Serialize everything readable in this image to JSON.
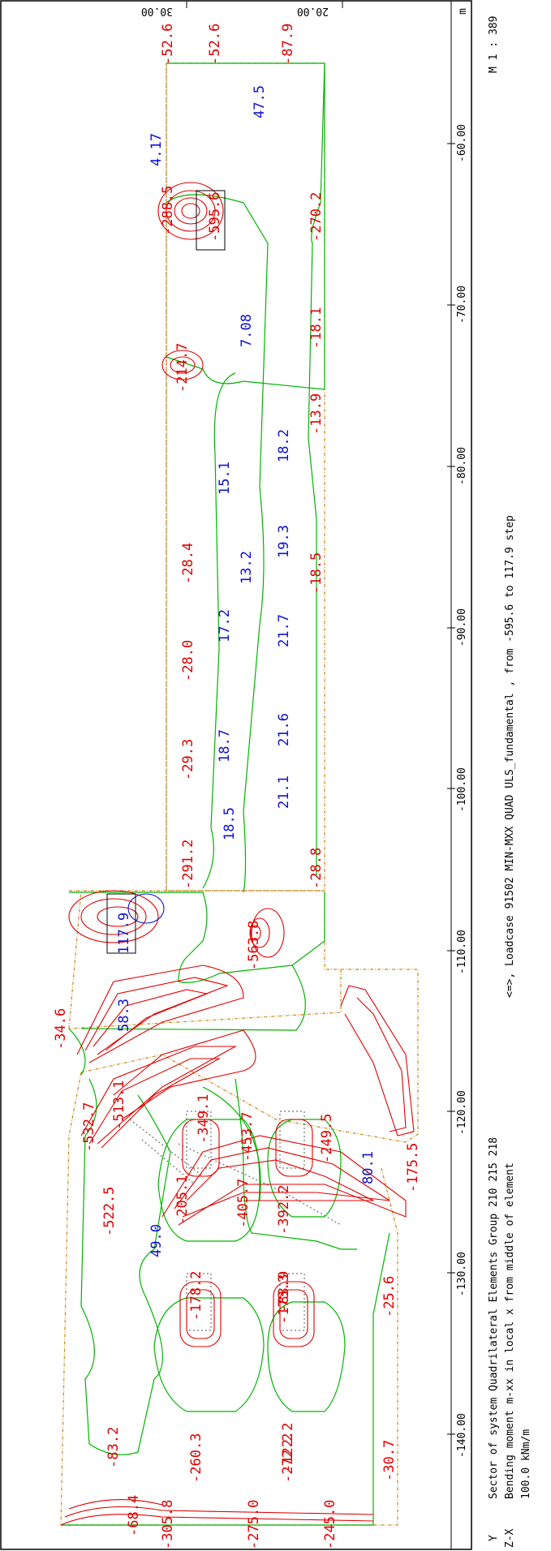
{
  "header": {
    "title_line1": "Sector of system Quadrilateral Elements Group 210 215 218",
    "title_line2": "Bending moment m-xx in local x from middle of element",
    "title_line3": "100.0 kNm/m",
    "loadcase_line": "<=>, Loadcase 91502  MIN-MXX QUAD ULS_fundamental   , from -595.6 to 117.9 step",
    "scale": "M 1 : 389",
    "axis_unit": "m",
    "axes_icon": {
      "y": "Y",
      "zx": "Z-X"
    }
  },
  "axes": {
    "x_ticks": [
      "-60.00",
      "-70.00",
      "-80.00",
      "-90.00",
      "-100.00",
      "-110.00",
      "-120.00",
      "-130.00",
      "-140.00"
    ],
    "y_ticks": [
      "30.00",
      "20.00"
    ]
  },
  "labels": {
    "red": [
      "-52.6",
      "-52.6",
      "-87.9",
      "-288.5",
      "-595.6",
      "-270.2",
      "-18.1",
      "-214.7",
      "-13.9",
      "-28.4",
      "-18.5",
      "-28.0",
      "-29.3",
      "-291.2",
      "-28.8",
      "-34.6",
      "-563.8",
      "-532.7",
      "-513.1",
      "-349.1",
      "-453.7",
      "-249.5",
      "-175.5",
      "-205.1",
      "-405.7",
      "-392.2",
      "-522.5",
      "-178.2",
      "-83.9",
      "-173.3",
      "-25.6",
      "-83.2",
      "-260.3",
      "-122.2",
      "-272.2",
      "-30.7",
      "-68.4",
      "-305.8",
      "-275.0",
      "-245.0"
    ],
    "blue": [
      "47.5",
      "4.17",
      "7.08",
      "18.2",
      "15.1",
      "19.3",
      "13.2",
      "17.2",
      "21.7",
      "18.7",
      "21.6",
      "18.5",
      "21.1",
      "117.9",
      "58.3",
      "80.1",
      "49.0"
    ]
  },
  "colors": {
    "negative": "#e00000",
    "positive": "#1010d0",
    "zero_line": "#00b400",
    "outline": "#c88a1a"
  }
}
